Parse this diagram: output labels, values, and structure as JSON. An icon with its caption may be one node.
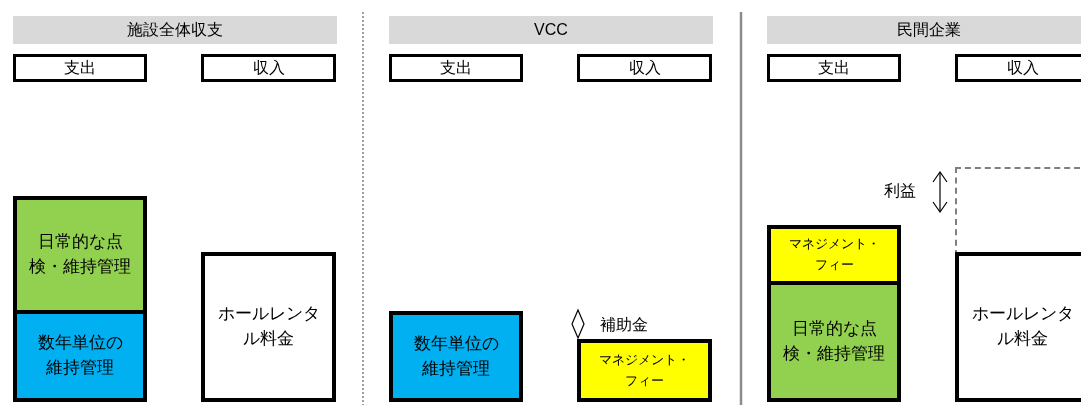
{
  "diagram": {
    "nodes": [
      {
        "text": [
          "施設全体収支"
        ]
      },
      {
        "text": [
          "VCC"
        ]
      },
      {
        "text": [
          "民間企業"
        ]
      },
      {
        "text": [
          "支出"
        ]
      },
      {
        "text": [
          "収入"
        ]
      },
      {
        "text": [
          "支出"
        ]
      },
      {
        "text": [
          "収入"
        ]
      },
      {
        "text": [
          "支出"
        ]
      },
      {
        "text": [
          "収入"
        ]
      },
      {
        "text": [
          "日常的な点検・維持管理"
        ]
      },
      {
        "text": [
          "数年単位の維持管理"
        ]
      },
      {
        "text": [
          "ホールレンタル料金"
        ]
      },
      {
        "text": [
          "数年単位の維持管理"
        ]
      },
      {
        "text": [
          "マネジメント・フィー"
        ]
      },
      {
        "text": [
          "マネジメント・フィー"
        ]
      },
      {
        "text": [],
        "shape": "box"
      },
      {
        "text": [
          "日常的な点検・維持管理"
        ]
      },
      {
        "text": [
          "ホールレンタル料金"
        ]
      }
    ],
    "labels": [
      "利益",
      "補助金"
    ]
  }
}
